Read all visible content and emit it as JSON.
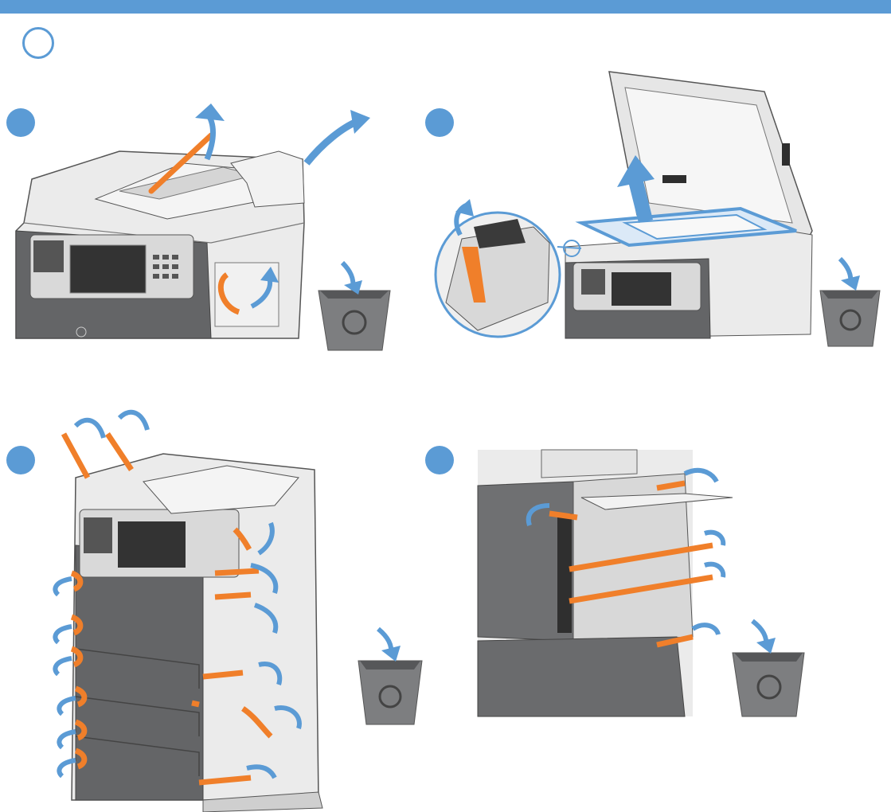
{
  "colors": {
    "accent_blue": "#5b9bd5",
    "tape_orange": "#f07f2a",
    "printer_body_light": "#e9e9e9",
    "printer_body_dark": "#636466",
    "bin_gray": "#7d7e80",
    "background": "#ffffff"
  },
  "icons": {
    "header": "blue-header-bar",
    "step": "numbered-step-circle",
    "substeps": "blue-substep-dot",
    "tape": "orange-shipping-tape",
    "remove": "blue-curved-arrow",
    "disposal": "recycle-bin-icon"
  },
  "panels": [
    {
      "id": "panel-1",
      "depicts": "remove-adf-and-output-bin-tape"
    },
    {
      "id": "panel-2",
      "depicts": "remove-scanner-glass-packing-frame"
    },
    {
      "id": "panel-3",
      "depicts": "remove-front-and-tray-tape"
    },
    {
      "id": "panel-4",
      "depicts": "remove-rear-panel-tape"
    }
  ]
}
